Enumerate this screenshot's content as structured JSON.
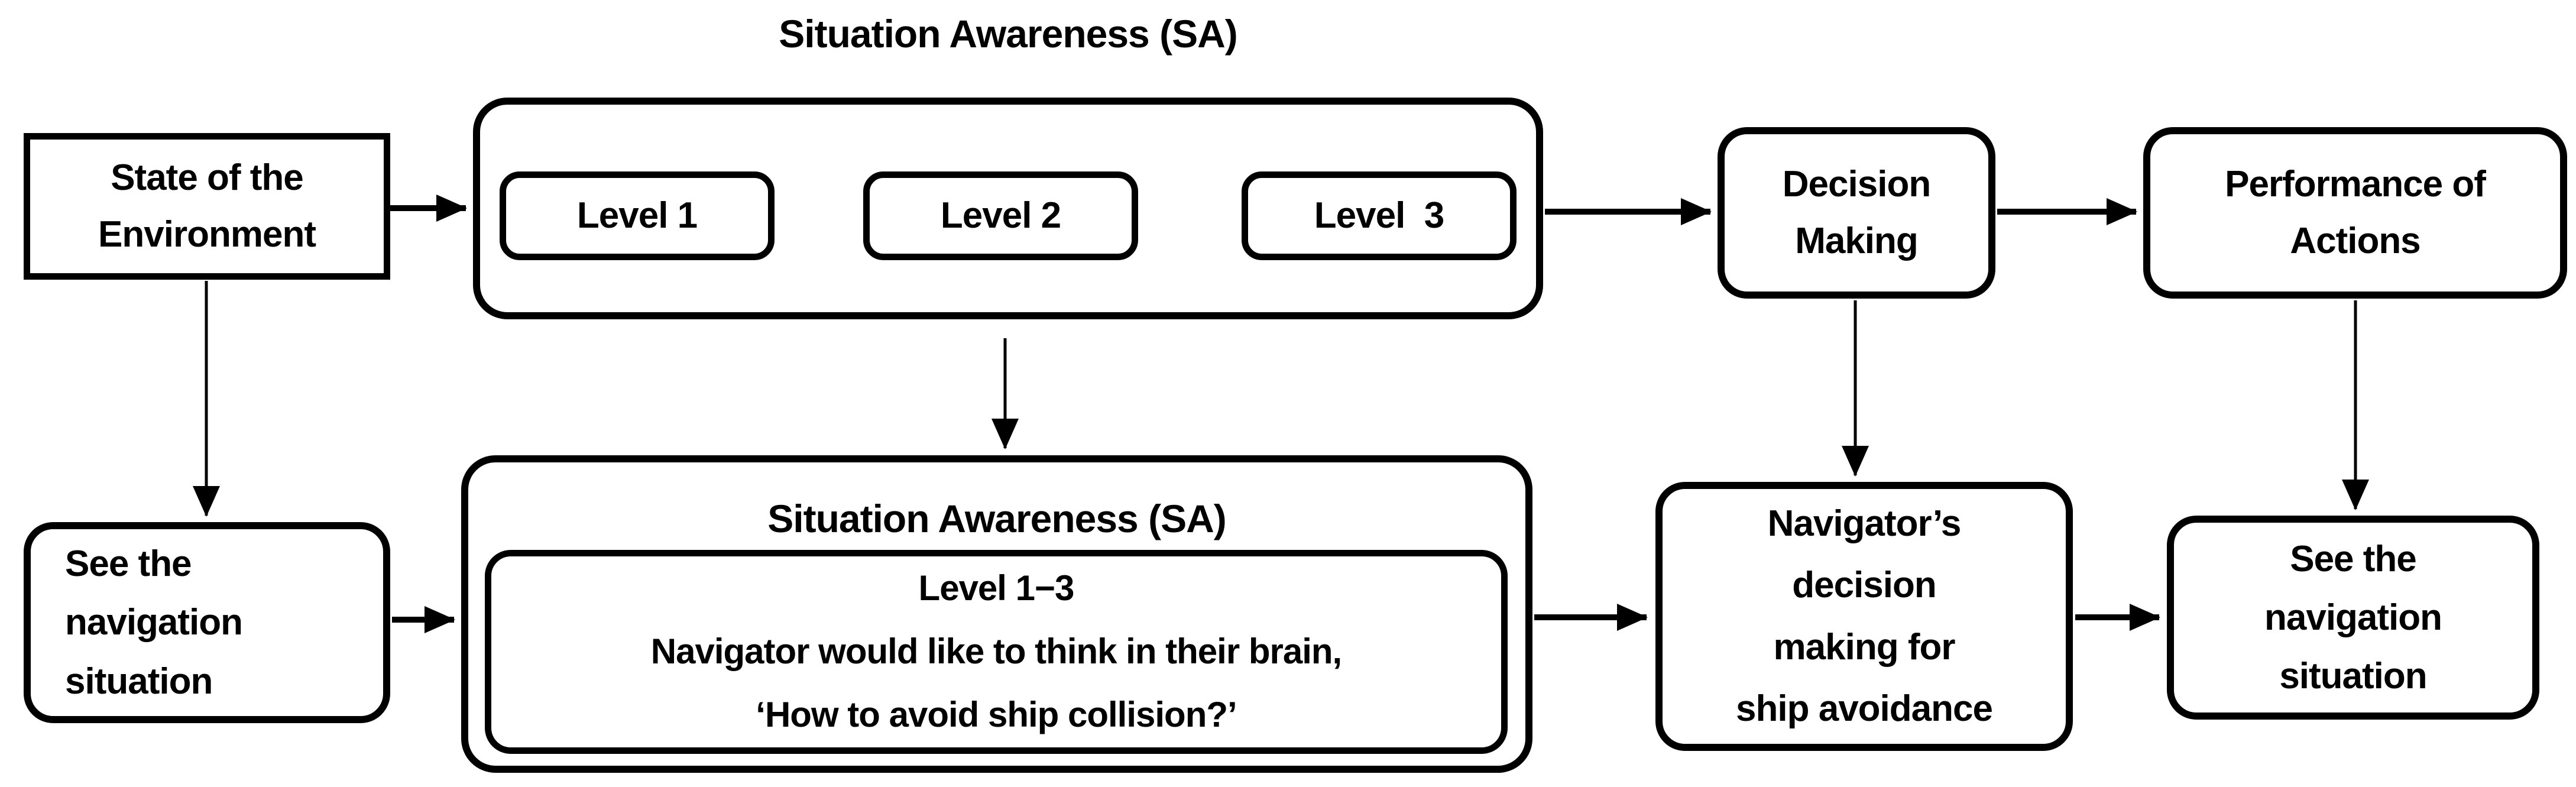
{
  "diagram": {
    "title_top": "Situation Awareness (SA)",
    "nodes": {
      "state_environment": "State of the\nEnvironment",
      "level_1": "Level 1",
      "level_2": "Level 2",
      "level_3": "Level  3",
      "decision_making": "Decision\nMaking",
      "performance_of_actions": "Performance of\nActions",
      "see_navigation_left": "See the\nnavigation\nsituation",
      "sa_bottom_title": "Situation Awareness (SA)",
      "sa_bottom_detail": "Level 1−3\nNavigator would like to think in their brain,\n‘How to avoid ship collision?’",
      "navigator_decision": "Navigator’s\ndecision\nmaking for\nship avoidance",
      "see_navigation_right": "See the\nnavigation\nsituation"
    },
    "edges": [
      {
        "from": "state_environment",
        "to": "sa_top_container"
      },
      {
        "from": "level_1",
        "to": "level_2"
      },
      {
        "from": "level_2",
        "to": "level_3"
      },
      {
        "from": "sa_top_container",
        "to": "decision_making"
      },
      {
        "from": "decision_making",
        "to": "performance_of_actions"
      },
      {
        "from": "state_environment",
        "to": "see_navigation_left"
      },
      {
        "from": "sa_top_container",
        "to": "sa_bottom_container"
      },
      {
        "from": "decision_making",
        "to": "navigator_decision"
      },
      {
        "from": "performance_of_actions",
        "to": "see_navigation_right"
      },
      {
        "from": "see_navigation_left",
        "to": "sa_bottom_container"
      },
      {
        "from": "sa_bottom_container",
        "to": "navigator_decision"
      },
      {
        "from": "navigator_decision",
        "to": "see_navigation_right"
      }
    ],
    "colors": {
      "line": "#000000",
      "fill": "#ffffff",
      "text": "#000000",
      "background": "#ffffff"
    }
  }
}
